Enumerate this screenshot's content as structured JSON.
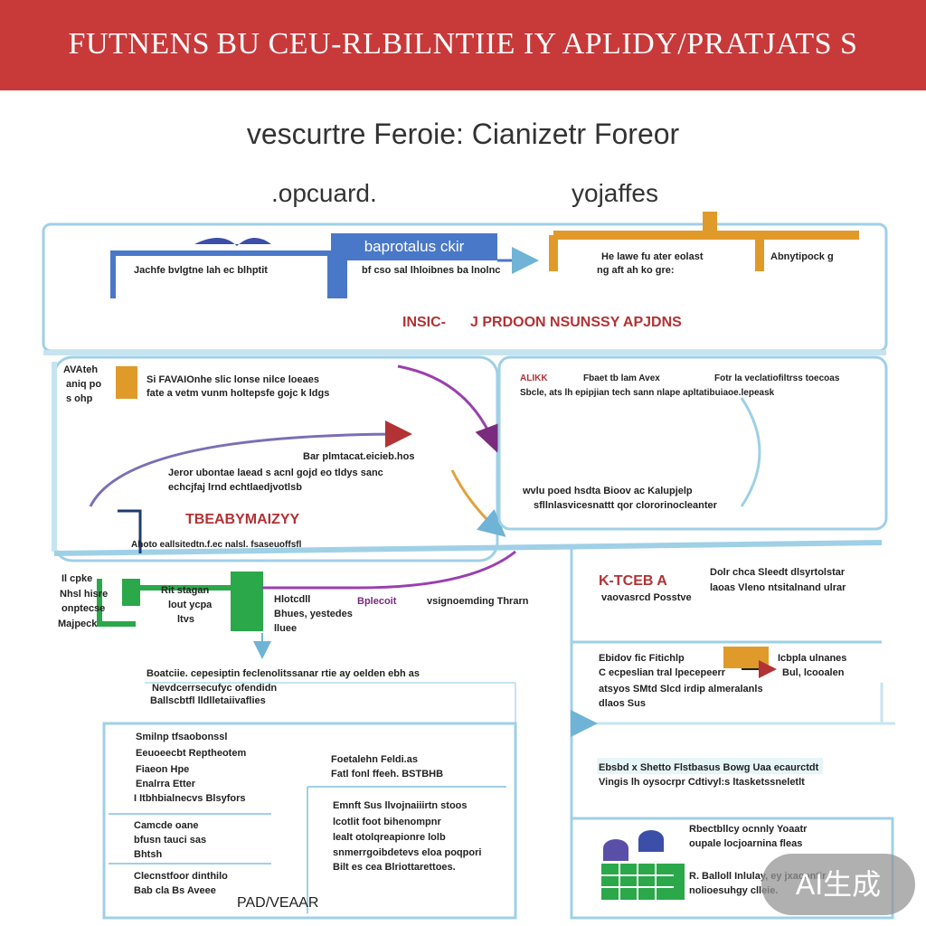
{
  "banner": {
    "title": "FUTNENS BU CEU-RLBILNTIIE IY APLIDY/PRATJATS S"
  },
  "subtitle": "vescurtre Feroie: Cianizetr Foreor",
  "columns": {
    "left": ".opcuard.",
    "right": "yojaffes"
  },
  "top_row": {
    "blue_label": "baprotalus ckir",
    "text_left": "Jachfe bvlgtne lah ec blhptit",
    "text_mid": "bf cso sal lhloibnes ba lnolnc",
    "text_orange": [
      "He lawe fu ater eolast",
      "ng aft ah ko gre:"
    ],
    "text_right": "Abnytipock g",
    "insight_label": "INSIC-",
    "insight_text": "J PRDOON NSUNSSY APJDNS"
  },
  "middle_left": {
    "side_label": [
      "AVAteh",
      "aniq po",
      "s ohp"
    ],
    "orange_text": [
      "Si FAVAIOnhe slic lonse nilce loeaes",
      "fate a vetm vunm holtepsfe gojc k ldgs"
    ],
    "arrow_text": [
      "Bar plmtacat.eicieb.hos",
      "Jeror ubontae laead s acnl gojd eo tldys sanc",
      "echcjfaj lrnd echtlaedjvotlsb"
    ],
    "heading": "TBEABYMAIZYY",
    "band_text": "Ahoto eallsitedtn.f.ec nalsl. fsaseuoffsfl"
  },
  "middle_right": {
    "header": [
      "ALIKK",
      "Fbaet tb lam Avex",
      "Fotr la veclatiofiltrss toecoas"
    ],
    "sub": "Sbcle, ats lh epipjian tech sann nlape apltatibuiaoe.lepeask",
    "bottom": [
      "wvlu poed hsdta Bioov ac Kalupjelp",
      "sfllnlasvicesnattt qor clororinocleanter"
    ]
  },
  "lower_left": {
    "side_label": [
      "Il cpke",
      "Nhsl hisre",
      "onptecse",
      "Majpeck"
    ],
    "green_text": [
      "Rit stagan",
      "lout ycpa",
      "ltvs"
    ],
    "mid_text": [
      "Hlotcdll",
      "Bhues, yestedes",
      "lluee"
    ],
    "purple_label": "Bplecoit",
    "flow_text": "vsignoemding Thrarn",
    "para": [
      "Boatciie. cepesiptin feclenolitssanar rtie ay oelden ebh as",
      "Nevdcerrsecufyc ofendidn",
      "Ballscbtfl lldlletaiivaflies"
    ]
  },
  "lower_right": {
    "red_label": "K-TCEB A",
    "red_text": [
      "Dolr chca Sleedt dlsyrtolstar",
      "laoas Vleno ntsitalnand ulrar"
    ],
    "sub_label": "vaovasrcd Posstve",
    "row_text": [
      "Ebidov fic Fitichlp",
      "C ecpeslian tral lpecepeerr",
      "atsyos SMtd Slcd irdip almeralanls",
      "dlaos Sus"
    ],
    "row_right": [
      "Icbpla ulnanes",
      "Bul, lcooalen"
    ],
    "teal_text": [
      "Ebsbd x Shetto Flstbasus Bowg Uaa ecaurctdt",
      "Vingis lh oysocrpr Cdtivyl:s ltasketssneletlt"
    ],
    "icon_text": [
      "Rbectbllcy ocnnly Yoaatr",
      "oupale locjoarnina fleas",
      "R. Balloll Inlulay, ey jxacontir",
      "nolioesuhgy clleie."
    ]
  },
  "bottom_left": {
    "col1": [
      "Smilnp tfsaobonssl",
      "Eeuoeecbt Reptheotem",
      "Fiaeon Hpe",
      "Enalrra Etter",
      "I Itbhbialnecvs Blsyfors"
    ],
    "col2": [
      "Foetalehn Feldi.as",
      "Fatl fonl ffeeh. BSTBHB"
    ],
    "col3": [
      "Emnft Sus llvojnaiiirtn stoos",
      "lcotlit foot bihenompnr",
      "lealt otolqreapionre lolb",
      "snmerrgoibdetevs eloa poqpori",
      "Bilt es cea Blriottarettoes."
    ],
    "col4": [
      "Camcde oane",
      "bfusn  tauci sas",
      "Bhtsh"
    ],
    "col5": [
      "Clecnstfoor dinthilo",
      "Bab cla Bs Aveee"
    ],
    "footer": "PAD/VEAAR"
  },
  "badge": "AI生成",
  "colors": {
    "banner": "#c8393a",
    "blue": "#4a78c8",
    "orange": "#e09a2a",
    "green": "#2aa84a",
    "lightblue": "#9fd0e6",
    "purple": "#7a2b7e",
    "red": "#b23235"
  }
}
